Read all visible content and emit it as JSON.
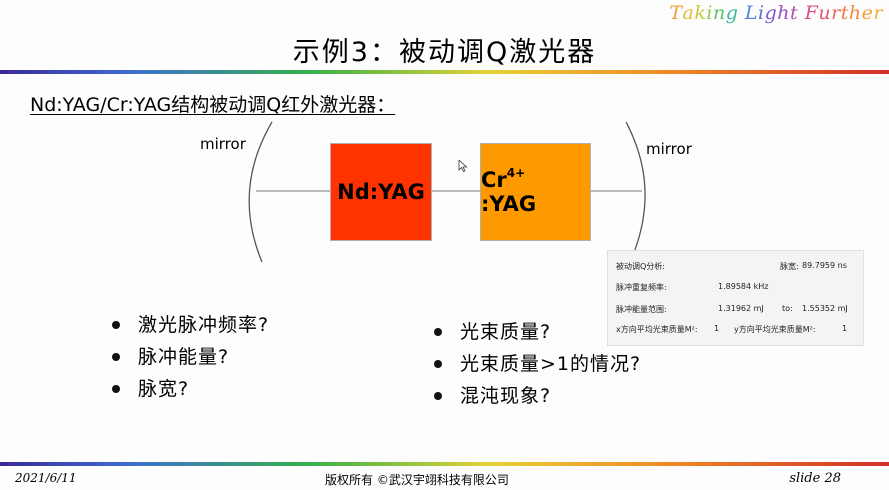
{
  "header": {
    "tagline": "Taking Light Further",
    "title": "示例3：被动调Q激光器"
  },
  "content": {
    "subtitle": "Nd:YAG/Cr:YAG结构被动调Q红外激光器：",
    "diagram": {
      "mirror_left_label": "mirror",
      "mirror_right_label": "mirror",
      "crystal_1_label": "Nd:YAG",
      "crystal_2_prefix": "Cr",
      "crystal_2_sup": "4+",
      "crystal_2_suffix": " :YAG",
      "colors": {
        "crystal_1": "#ff3300",
        "crystal_2": "#ff9900"
      }
    },
    "analysis_panel": {
      "title": "被动调Q分析:",
      "pulse_width_label": "脉宽:",
      "pulse_width_value": "89.7959 ns",
      "rep_rate_label": "脉冲重复频率:",
      "rep_rate_value": "1.89584 kHz",
      "energy_range_label": "脉冲能量范围:",
      "energy_min": "1.31962 mJ",
      "energy_to": "to:",
      "energy_max": "1.55352 mJ",
      "x_beam_label": "x方向平均光束质量M²:",
      "x_beam_value": "1",
      "y_beam_label": "y方向平均光束质量M²:",
      "y_beam_value": "1"
    },
    "bullets_left": [
      "激光脉冲频率?",
      "脉冲能量?",
      "脉宽?"
    ],
    "bullets_right": [
      "光束质量?",
      "光束质量>1的情况?",
      "混沌现象?"
    ]
  },
  "footer": {
    "date": "2021/6/11",
    "copyright": "版权所有 ©武汉宇翊科技有限公司",
    "slide": "slide 28"
  }
}
